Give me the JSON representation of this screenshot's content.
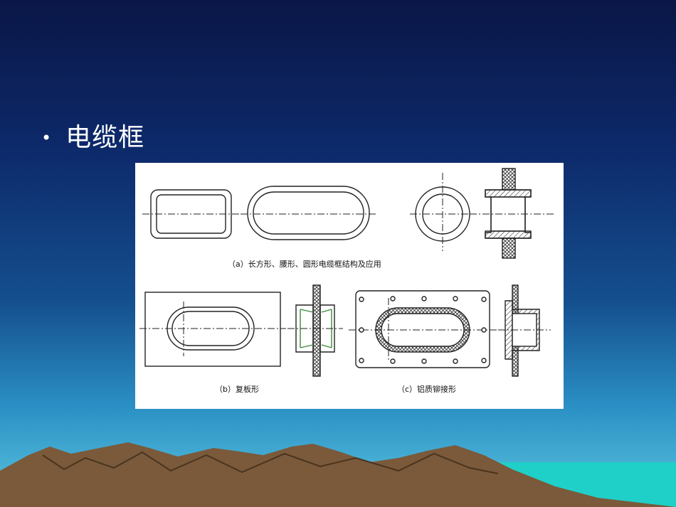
{
  "slide": {
    "bullet_symbol": "•",
    "title": "电缆框"
  },
  "figure": {
    "caption_a": "（a）长方形、腰形、圆形电缆框结构及应用",
    "caption_b": "（b）复板形",
    "caption_c": "（c）铝质铆接形"
  },
  "colors": {
    "background_top": "#0a1646",
    "background_bottom": "#5cc7e0",
    "text": "#ffffff",
    "mountain": "#7a5a3a",
    "hatch": "#333333",
    "accent_green": "#3a8a3a"
  }
}
